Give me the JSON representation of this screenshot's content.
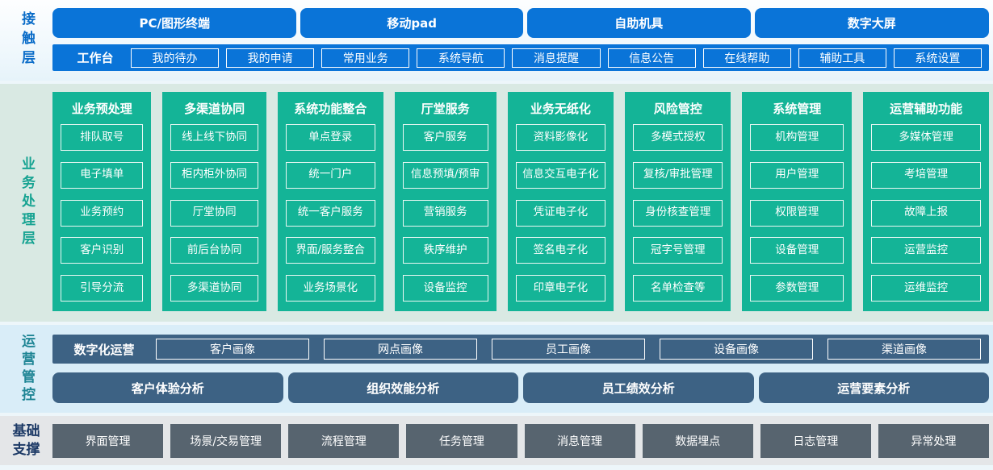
{
  "colors": {
    "accent_blue": "#0a74d8",
    "teal_green": "#14b497",
    "slate_blue": "#3d6284",
    "gray": "#57646f",
    "contact_label": "#0a6cc8",
    "business_label": "#17a392",
    "operations_label": "#1f8595",
    "foundation_label": "#1d3a66"
  },
  "layers": {
    "contact": {
      "label": "接触层",
      "terminals": [
        "PC/图形终端",
        "移动pad",
        "自助机具",
        "数字大屏"
      ],
      "workbench": {
        "label": "工作台",
        "items": [
          "我的待办",
          "我的申请",
          "常用业务",
          "系统导航",
          "消息提醒",
          "信息公告",
          "在线帮助",
          "辅助工具",
          "系统设置"
        ]
      }
    },
    "business": {
      "label": "业务处理层",
      "columns": [
        {
          "title": "业务预处理",
          "items": [
            "排队取号",
            "电子填单",
            "业务预约",
            "客户识别",
            "引导分流"
          ]
        },
        {
          "title": "多渠道协同",
          "items": [
            "线上线下协同",
            "柜内柜外协同",
            "厅堂协同",
            "前后台协同",
            "多渠道协同"
          ]
        },
        {
          "title": "系统功能整合",
          "items": [
            "单点登录",
            "统一门户",
            "统一客户服务",
            "界面/服务整合",
            "业务场景化"
          ]
        },
        {
          "title": "厅堂服务",
          "items": [
            "客户服务",
            "信息预填/预审",
            "营销服务",
            "秩序维护",
            "设备监控"
          ]
        },
        {
          "title": "业务无纸化",
          "items": [
            "资料影像化",
            "信息交互电子化",
            "凭证电子化",
            "签名电子化",
            "印章电子化"
          ]
        },
        {
          "title": "风险管控",
          "items": [
            "多模式授权",
            "复核/审批管理",
            "身份核查管理",
            "冠字号管理",
            "名单检查等"
          ]
        },
        {
          "title": "系统管理",
          "items": [
            "机构管理",
            "用户管理",
            "权限管理",
            "设备管理",
            "参数管理"
          ]
        },
        {
          "title": "运营辅助功能",
          "items": [
            "多媒体管理",
            "考培管理",
            "故障上报",
            "运营监控",
            "运维监控"
          ]
        }
      ]
    },
    "operations": {
      "label": "运营管控",
      "digital_row": {
        "label": "数字化运营",
        "items": [
          "客户画像",
          "网点画像",
          "员工画像",
          "设备画像",
          "渠道画像"
        ]
      },
      "analysis_row": [
        "客户体验分析",
        "组织效能分析",
        "员工绩效分析",
        "运营要素分析"
      ]
    },
    "foundation": {
      "label": "基础支撑",
      "items": [
        "界面管理",
        "场景/交易管理",
        "流程管理",
        "任务管理",
        "消息管理",
        "数据埋点",
        "日志管理",
        "异常处理"
      ]
    }
  }
}
